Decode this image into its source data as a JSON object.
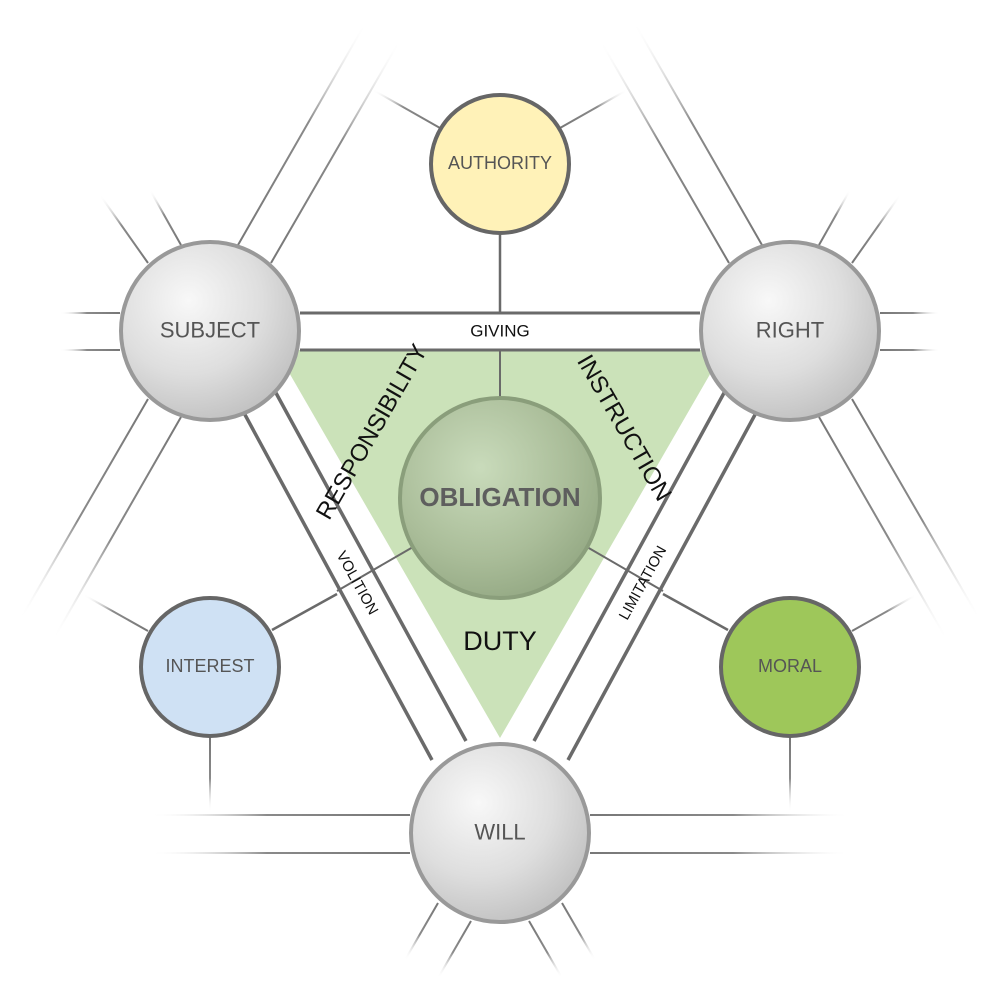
{
  "diagram": {
    "center": {
      "label": "OBLIGATION",
      "color": "#a9bf98"
    },
    "region_label": "DUTY",
    "region_color": "#cbe2b9",
    "arc_labels": {
      "left": "RESPONSIBILITY",
      "right": "INSTRUCTION"
    },
    "primary_nodes": [
      {
        "id": "subject",
        "label": "SUBJECT"
      },
      {
        "id": "right",
        "label": "RIGHT"
      },
      {
        "id": "will",
        "label": "WILL"
      }
    ],
    "secondary_nodes": [
      {
        "id": "authority",
        "label": "AUTHORITY",
        "color": "#fff2b8"
      },
      {
        "id": "interest",
        "label": "INTEREST",
        "color": "#cfe1f4"
      },
      {
        "id": "moral",
        "label": "MORAL",
        "color": "#9ec75a"
      }
    ],
    "edges": [
      {
        "from": "subject",
        "to": "right",
        "label": "GIVING"
      },
      {
        "from": "subject",
        "to": "will",
        "label": "VOLITION"
      },
      {
        "from": "right",
        "to": "will",
        "label": "LIMITATION"
      }
    ],
    "colors": {
      "line": "#6a6a6a",
      "primary_stroke": "#9a9a9a",
      "secondary_stroke": "#666666"
    }
  }
}
